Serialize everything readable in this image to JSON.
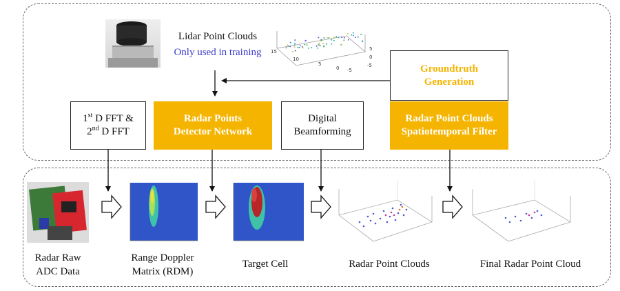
{
  "top_section": {
    "lidar_title": "Lidar Point Clouds",
    "lidar_note": "Only used in training",
    "lidar_plot_ticks": [
      "15",
      "10",
      "5",
      "0",
      "-5",
      "5",
      "0",
      "-5"
    ],
    "groundtruth": "Groundtruth Generation",
    "fft_box": {
      "line1_pre": "1",
      "line1_sup": "st",
      "line1_post": " D FFT &",
      "line2_pre": "2",
      "line2_sup": "nd",
      "line2_post": " D FFT"
    },
    "detector_network": "Radar Points Detector Network",
    "digital_beamforming": "Digital Beamforming",
    "spatiotemporal_filter": "Radar Point Clouds Spatiotemporal Filter"
  },
  "bottom_section": {
    "stages": [
      {
        "caption": "Radar Raw ADC Data"
      },
      {
        "caption": "Range Doppler Matrix (RDM)"
      },
      {
        "caption": "Target Cell"
      },
      {
        "caption": "Radar Point Clouds"
      },
      {
        "caption": "Final Radar Point Cloud"
      }
    ]
  },
  "colors": {
    "accent_gold": "#f5b400",
    "note_blue": "#3a3acc",
    "groundtruth_text": "#f5b400",
    "heatmap_bg": "#2f55c8"
  }
}
